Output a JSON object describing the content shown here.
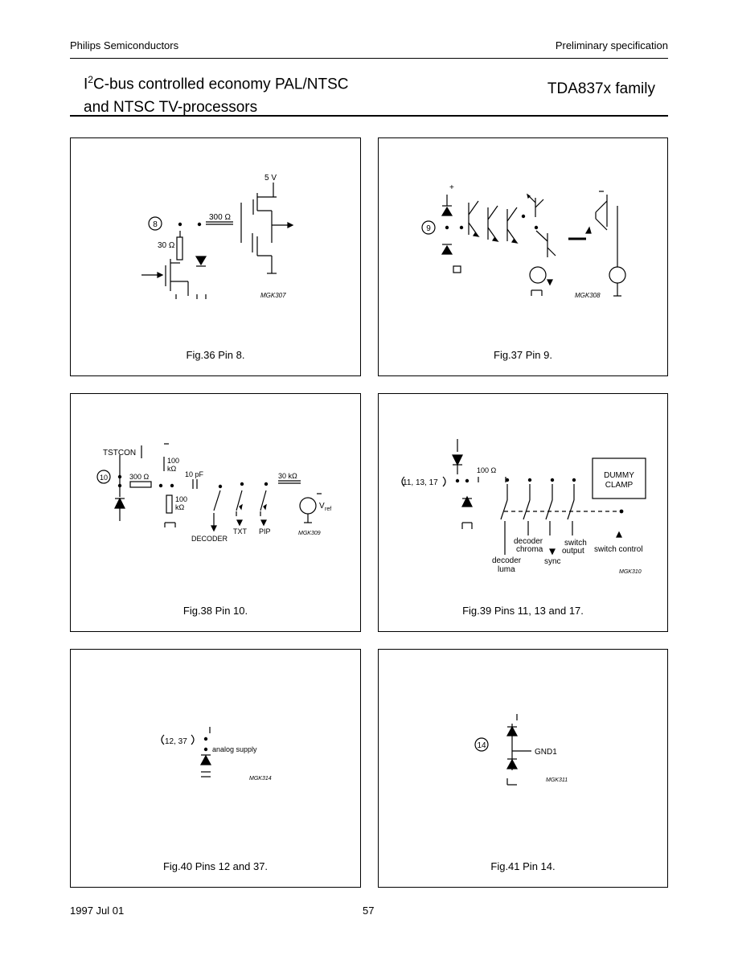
{
  "header": {
    "company": "Philips Semiconductors",
    "doc_type": "Preliminary specification",
    "title_prefix": "I",
    "title_sup": "2",
    "title_line1_rest": "C-bus controlled economy PAL/NTSC",
    "title_line2": "and NTSC TV-processors",
    "product": "TDA837x family"
  },
  "figures": [
    {
      "caption": "Fig.36  Pin 8.",
      "pin": "8",
      "labels": {
        "supply": "5 V",
        "r1": "300 Ω",
        "r2": "30 Ω",
        "code": "MGK307"
      }
    },
    {
      "caption": "Fig.37  Pin 9.",
      "pin": "9",
      "labels": {
        "plus": "+",
        "code": "MGK308"
      }
    },
    {
      "caption": "Fig.38  Pin 10.",
      "pin": "10",
      "labels": {
        "tstcon": "TSTCON",
        "r300": "300 Ω",
        "r100a": "100",
        "r100a_unit": "kΩ",
        "c10": "10 pF",
        "r100b": "100",
        "r100b_unit": "kΩ",
        "r30k": "30 kΩ",
        "vref": "V",
        "vref_sub": "ref",
        "decoder": "DECODER",
        "txt": "TXT",
        "pip": "PIP",
        "code": "MGK309"
      }
    },
    {
      "caption": "Fig.39  Pins 11, 13 and 17.",
      "pin": "11, 13, 17",
      "labels": {
        "r100": "100 Ω",
        "dummy1": "DUMMY",
        "dummy2": "CLAMP",
        "dec_luma1": "decoder",
        "dec_luma2": "luma",
        "dec_chroma1": "decoder",
        "dec_chroma2": "chroma",
        "sync": "sync",
        "switch_out1": "switch",
        "switch_out2": "output",
        "switch_control": "switch control",
        "code": "MGK310"
      }
    },
    {
      "caption": "Fig.40  Pins 12 and 37.",
      "pin": "12, 37",
      "labels": {
        "supply": "analog supply",
        "code": "MGK314"
      }
    },
    {
      "caption": "Fig.41  Pin 14.",
      "pin": "14",
      "labels": {
        "gnd": "GND1",
        "code": "MGK311"
      }
    }
  ],
  "footer": {
    "date": "1997 Jul 01",
    "page": "57"
  }
}
